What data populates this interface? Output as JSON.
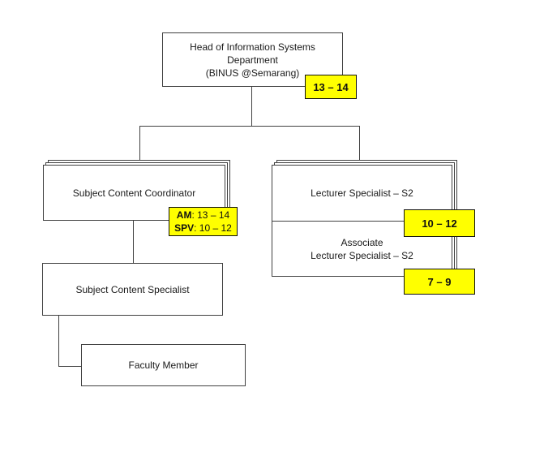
{
  "diagram": {
    "type": "organizational-chart",
    "root": {
      "label_lines": [
        "Head of Information Systems",
        "Department",
        "(BINUS @Semarang)"
      ],
      "badge": "13 – 14"
    },
    "left_branch": {
      "coordinator": {
        "label": "Subject Content Coordinator",
        "badge_lines": [
          {
            "role": "AM",
            "range": ": 13 – 14"
          },
          {
            "role": "SPV",
            "range": ": 10 – 12"
          }
        ]
      },
      "specialist": {
        "label": "Subject Content Specialist"
      },
      "faculty": {
        "label": "Faculty Member"
      }
    },
    "right_branch": {
      "lecturer": {
        "label": "Lecturer Specialist – S2",
        "badge": "10 – 12"
      },
      "associate": {
        "label_lines": [
          "Associate",
          "Lecturer Specialist – S2"
        ],
        "badge": "7 – 9"
      }
    },
    "colors": {
      "highlight_fill": "#FFFF00",
      "box_border": "#404040",
      "text": "#1a1a1a"
    }
  }
}
